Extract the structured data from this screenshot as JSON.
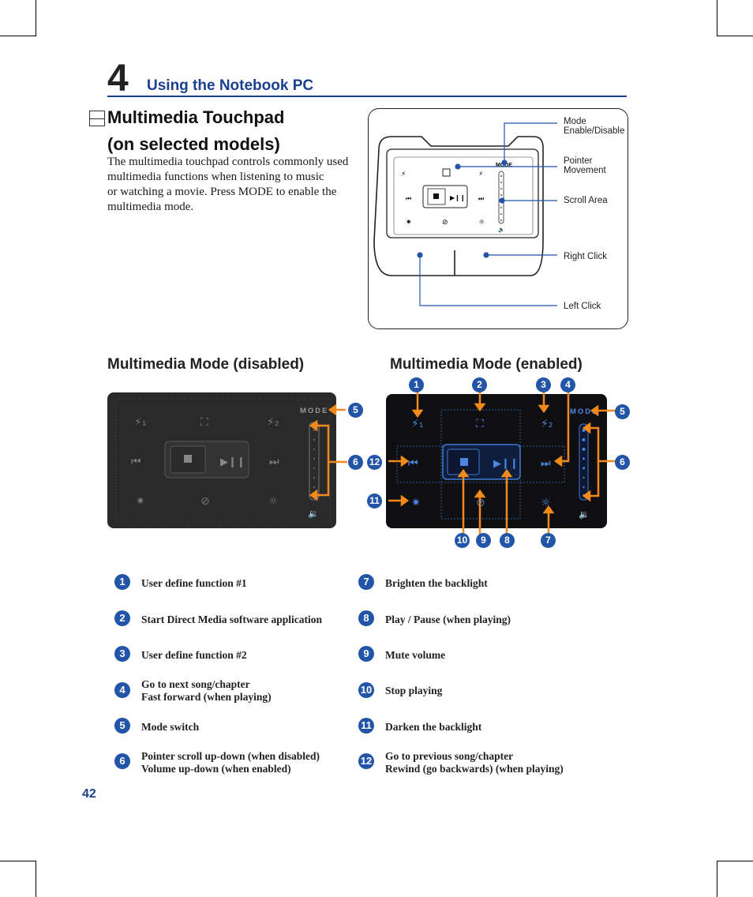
{
  "header": {
    "chapter_number": "4",
    "chapter_title": "Using the Notebook PC"
  },
  "section": {
    "title_line1": "Multimedia Touchpad",
    "title_line2": "(on selected models)",
    "intro_lines": [
      "The multimedia touchpad controls commonly used",
      "multimedia functions when listening to music",
      "or watching a movie. Press MODE to enable the",
      "multimedia mode."
    ]
  },
  "diagram": {
    "callouts": {
      "mode_line1": "Mode",
      "mode_line2": "Enable/Disable",
      "pointer_line1": "Pointer",
      "pointer_line2": "Movement",
      "scroll": "Scroll Area",
      "right_click": "Right Click",
      "left_click": "Left Click"
    },
    "mode_label": "MODE"
  },
  "modes": {
    "disabled_title": "Multimedia Mode (disabled)",
    "enabled_title": "Multimedia Mode (enabled)",
    "mode_label": "MODE",
    "icons": {
      "fn1": "⚡₁",
      "fn2": "⚡₂",
      "media": "⛶",
      "prev": "⏮",
      "next": "⏭",
      "stop": "■",
      "play": "▶❙❙",
      "darken": "✷",
      "mute": "⊘",
      "brighten": "☼",
      "volume": "🔉"
    }
  },
  "badges": {
    "n1": "1",
    "n2": "2",
    "n3": "3",
    "n4": "4",
    "n5": "5",
    "n6": "6",
    "n7": "7",
    "n8": "8",
    "n9": "9",
    "n10": "10",
    "n11": "11",
    "n12": "12"
  },
  "legend": {
    "left": [
      {
        "num": "1",
        "line1": "User define function #1",
        "line2": ""
      },
      {
        "num": "2",
        "line1": "Start Direct Media software application",
        "line2": ""
      },
      {
        "num": "3",
        "line1": "User define function #2",
        "line2": ""
      },
      {
        "num": "4",
        "line1": "Go to next song/chapter",
        "line2": "Fast forward (when playing)"
      },
      {
        "num": "5",
        "line1": "Mode switch",
        "line2": ""
      },
      {
        "num": "6",
        "line1": "Pointer scroll up-down (when disabled)",
        "line2": "Volume up-down (when enabled)"
      }
    ],
    "right": [
      {
        "num": "7",
        "line1": "Brighten the backlight",
        "line2": ""
      },
      {
        "num": "8",
        "line1": "Play / Pause (when playing)",
        "line2": ""
      },
      {
        "num": "9",
        "line1": "Mute volume",
        "line2": ""
      },
      {
        "num": "10",
        "line1": "Stop playing",
        "line2": ""
      },
      {
        "num": "11",
        "line1": "Darken the backlight",
        "line2": ""
      },
      {
        "num": "12",
        "line1": "Go to previous song/chapter",
        "line2": "Rewind (go backwards) (when playing)"
      }
    ]
  },
  "footer": {
    "page_number": "42"
  },
  "colors": {
    "accent": "#1d3f8f",
    "badge": "#2255a8",
    "arrow": "#f08a1c"
  }
}
